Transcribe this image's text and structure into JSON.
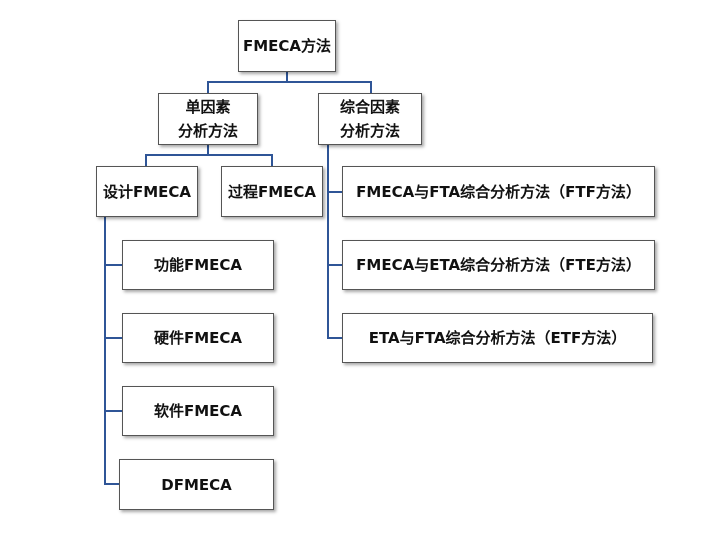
{
  "colors": {
    "connector": "#2f5597",
    "box_border": "#555555",
    "text": "#111111"
  },
  "root": {
    "label": "FMECA方法"
  },
  "single": {
    "line1": "单因素",
    "line2": "分析方法"
  },
  "combined": {
    "line1": "综合因素",
    "line2": "分析方法"
  },
  "design": {
    "label": "设计FMECA"
  },
  "process": {
    "label": "过程FMECA"
  },
  "design_children": [
    {
      "label": "功能FMECA"
    },
    {
      "label": "硬件FMECA"
    },
    {
      "label": "软件FMECA"
    },
    {
      "label": "DFMECA"
    }
  ],
  "combined_children": [
    {
      "label": "FMECA与FTA综合分析方法（FTF方法）"
    },
    {
      "label": "FMECA与ETA综合分析方法（FTE方法）"
    },
    {
      "label": "ETA与FTA综合分析方法（ETF方法）"
    }
  ]
}
